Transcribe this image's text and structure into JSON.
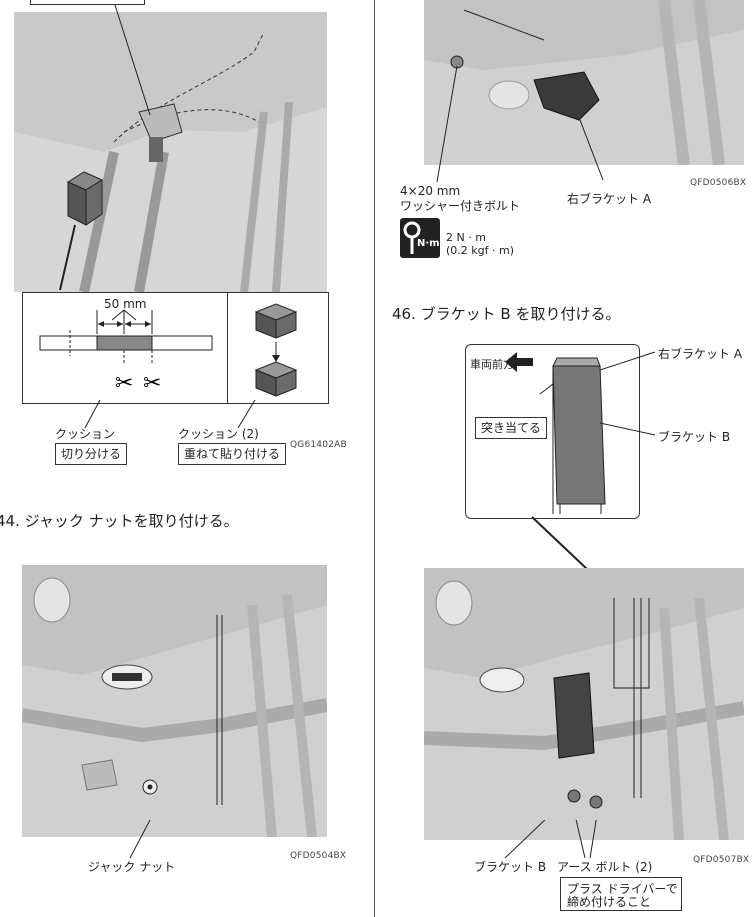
{
  "left": {
    "fig1": {
      "dimension": "50 mm",
      "cushion_label": "クッション",
      "cut_instruction": "切り分ける",
      "cushion2_label": "クッション (2)",
      "stack_instruction": "重ねて貼り付ける",
      "figure_code": "QG61402AB"
    },
    "step44": "44. ジャック ナットを取り付ける。",
    "fig2": {
      "jack_nut_label": "ジャック ナット",
      "figure_code": "QFD0504BX"
    }
  },
  "right": {
    "fig1": {
      "bolt_size": "4×20 mm",
      "bolt_desc": "ワッシャー付きボルト",
      "bracket_a": "右ブラケット A",
      "figure_code": "QFD0506BX",
      "torque_icon": "N·m",
      "torque_nm": "2 N · m",
      "torque_kgf": "(0.2 kgf · m)"
    },
    "step46": "46. ブラケット B を取り付ける。",
    "fig2": {
      "front_label": "車両前方",
      "bracket_a": "右ブラケット A",
      "butt_label": "突き当てる",
      "bracket_b": "ブラケット B",
      "bracket_b_bottom": "ブラケット B",
      "ground_bolt": "アース ボルト (2)",
      "screwdriver_note_1": "プラス ドライバーで",
      "screwdriver_note_2": "締め付けること",
      "figure_code": "QFD0507BX"
    }
  },
  "colors": {
    "photo_bg": "#d2d2d2",
    "part_dark": "#555555",
    "line": "#222222"
  }
}
